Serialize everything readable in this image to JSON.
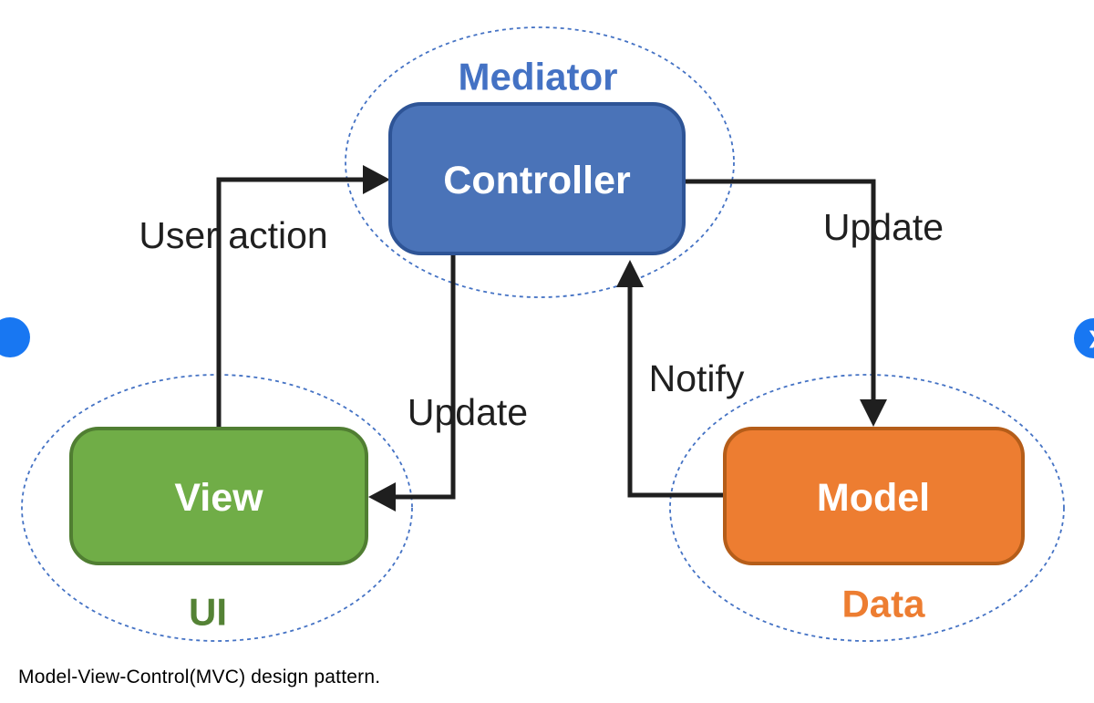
{
  "figure": {
    "caption": "Model-View-Control(MVC) design pattern."
  },
  "diagram": {
    "clusters": [
      {
        "id": "mediator",
        "label": "Mediator",
        "node_label": "Controller"
      },
      {
        "id": "ui",
        "label": "UI",
        "node_label": "View"
      },
      {
        "id": "data",
        "label": "Data",
        "node_label": "Model"
      }
    ],
    "arrows": [
      {
        "id": "user-action",
        "label": "User action",
        "from": "View",
        "to": "Controller"
      },
      {
        "id": "update-view",
        "label": "Update",
        "from": "Controller",
        "to": "View"
      },
      {
        "id": "notify",
        "label": "Notify",
        "from": "Model",
        "to": "Controller"
      },
      {
        "id": "update-model",
        "label": "Update",
        "from": "Controller",
        "to": "Model"
      }
    ]
  },
  "carousel": {
    "next_icon_glyph": "❯"
  },
  "colors": {
    "controller_fill": "#4a73b8",
    "controller_stroke": "#2e5496",
    "view_fill": "#70ad47",
    "view_stroke": "#507e32",
    "model_fill": "#ed7d31",
    "model_stroke": "#b55d19",
    "cluster_outline": "#4472c4",
    "mediator_label": "#4472c4",
    "ui_label": "#548235",
    "data_label": "#ed7d31",
    "arrow": "#1f1f1f",
    "node_text": "#ffffff",
    "carousel_button": "#1877f2"
  }
}
